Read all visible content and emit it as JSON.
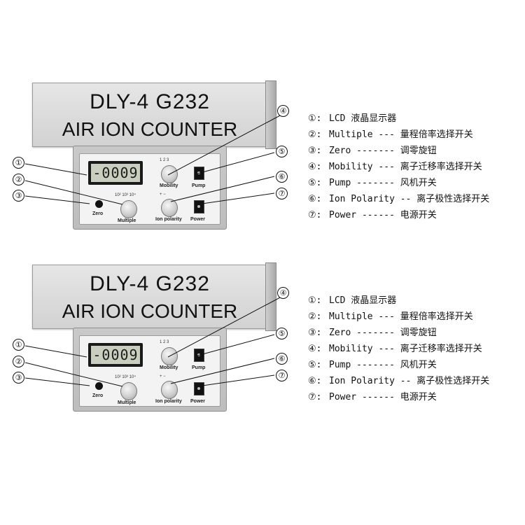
{
  "device": {
    "model": "DLY-4 G232",
    "subtitle": "AIR ION COUNTER",
    "lcd_reading": "-0009",
    "labels": {
      "zero": "Zero",
      "multiple": "Multiple",
      "mobility": "Mobility",
      "ion_polarity": "Ion polarity",
      "pump": "Pump",
      "power": "Power"
    },
    "multiple_scale": "10² 10³ 10⁴",
    "mobility_scale": "1  2  3",
    "polarity_scale": "+    −"
  },
  "callouts": [
    "①",
    "②",
    "③",
    "④",
    "⑤",
    "⑥",
    "⑦"
  ],
  "legend": [
    {
      "mark": "①:",
      "text": "LCD 液晶显示器"
    },
    {
      "mark": "②:",
      "text": "Multiple --- 量程倍率选择开关"
    },
    {
      "mark": "③:",
      "text": "Zero ------- 调零旋钮"
    },
    {
      "mark": "④:",
      "text": "Mobility --- 离子迁移率选择开关"
    },
    {
      "mark": "⑤:",
      "text": "Pump ------- 风机开关"
    },
    {
      "mark": "⑥:",
      "text": "Ion Polarity -- 离子极性选择开关"
    },
    {
      "mark": "⑦:",
      "text": "Power ------ 电源开关"
    }
  ]
}
